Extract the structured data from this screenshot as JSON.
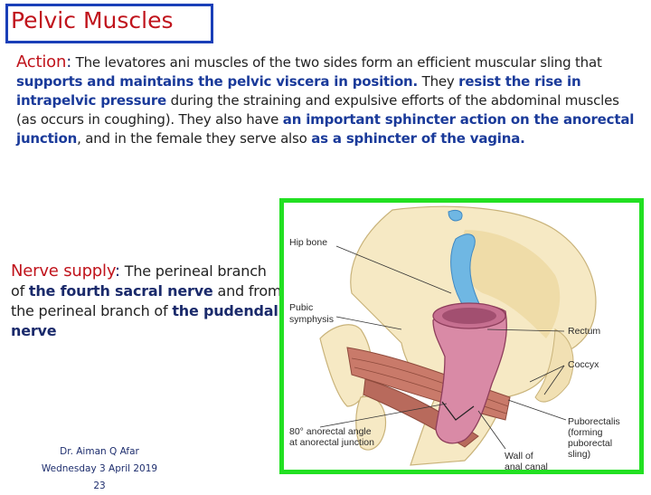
{
  "title": "Pelvic Muscles",
  "action": {
    "label": "Action",
    "colon": ":",
    "t1": " The levatores ani muscles of the two sides form an efficient muscular sling that ",
    "b1": "supports and maintains the pelvic viscera in position.",
    "t2": " They ",
    "b2": "resist the rise in intrapelvic pressure",
    "t3": " during the straining and expulsive efforts of the abdominal muscles (as occurs in coughing). They also have ",
    "b3": "an important sphincter action on the anorectal junction",
    "t4": ", and in the female they serve also ",
    "b4": "as a sphincter of the vagina."
  },
  "nerve": {
    "label": "Nerve supply",
    "colon": ":",
    "t1": " The perineal branch of ",
    "b1": "the fourth sacral nerve",
    "t2": " and from the perineal branch of ",
    "b2": "the pudendal nerve"
  },
  "footer": {
    "author": "Dr. Aiman Q Afar",
    "date": "Wednesday 3 April 2019",
    "page": "23"
  },
  "figure": {
    "labels": {
      "hip_bone": "Hip bone",
      "pubic_symphysis_1": "Pubic",
      "pubic_symphysis_2": "symphysis",
      "rectum": "Rectum",
      "coccyx": "Coccyx",
      "angle_1": "80° anorectal angle",
      "angle_2": "at anorectal junction",
      "wall_1": "Wall of",
      "wall_2": "anal canal",
      "pubo_1": "Puborectalis",
      "pubo_2": "(forming",
      "pubo_3": "puborectal",
      "pubo_4": "sling)"
    },
    "frame_color": "#22e022"
  }
}
